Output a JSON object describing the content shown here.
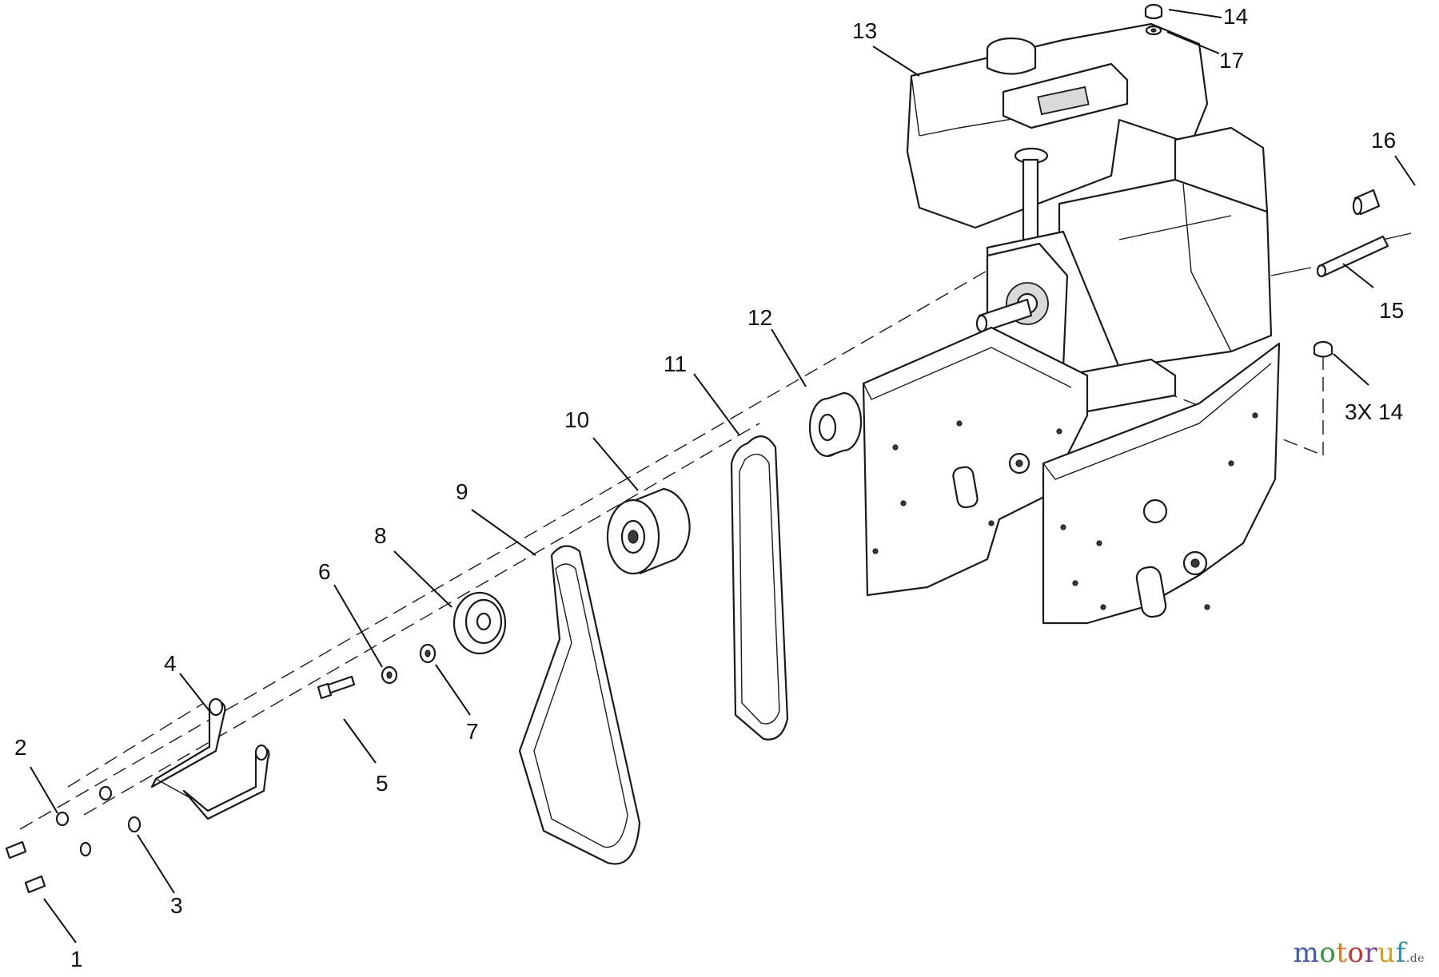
{
  "callouts": {
    "c1": "1",
    "c2": "2",
    "c3": "3",
    "c4": "4",
    "c5": "5",
    "c6": "6",
    "c7": "7",
    "c8": "8",
    "c9": "9",
    "c10": "10",
    "c11": "11",
    "c12": "12",
    "c13": "13",
    "c14": "14",
    "c15": "15",
    "c16": "16",
    "c17": "17",
    "c3x14": "3X 14"
  },
  "watermark": {
    "letters": [
      "m",
      "o",
      "t",
      "o",
      "r",
      "u",
      "f"
    ],
    "letter_colors": [
      "#3b5bb5",
      "#2f9a3a",
      "#e07b1a",
      "#c8322b",
      "#8a3fa5",
      "#d8a21d",
      "#2f8fb5"
    ],
    "suffix": ".de"
  }
}
